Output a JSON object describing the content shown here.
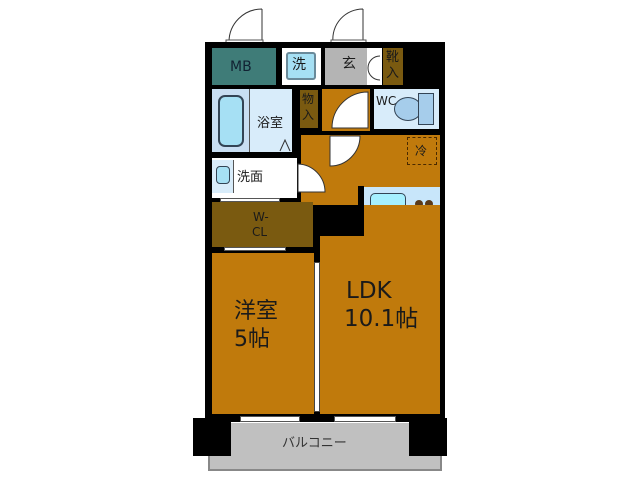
{
  "floorplan": {
    "colors": {
      "wall": "#000000",
      "wood_floor": "#C07A0C",
      "storage_dark": "#7A5A10",
      "mb": "#3F7C78",
      "wet_area": "#D8ECFA",
      "fixture": "#A6E0F4",
      "entrance": "#B4B4B4",
      "balcony": "#C0C0C0"
    },
    "rooms": {
      "mb": {
        "label": "MB"
      },
      "laundry": {
        "label": "洗"
      },
      "entrance": {
        "label": "玄"
      },
      "shoe_storage": {
        "label_top": "靴",
        "label_bottom": "入"
      },
      "closet": {
        "label_top": "物",
        "label_bottom": "入"
      },
      "toilet": {
        "label": "WC"
      },
      "bathroom": {
        "label": "浴室"
      },
      "washroom": {
        "label": "洗面"
      },
      "refrigerator": {
        "label": "冷"
      },
      "walk_in_closet": {
        "label_top": "W-",
        "label_bottom": "CL"
      },
      "western_room": {
        "label_top": "洋室",
        "label_bottom": "5帖"
      },
      "ldk": {
        "label_top": "LDK",
        "label_bottom": "10.1帖"
      },
      "balcony": {
        "label": "バルコニー"
      }
    }
  }
}
